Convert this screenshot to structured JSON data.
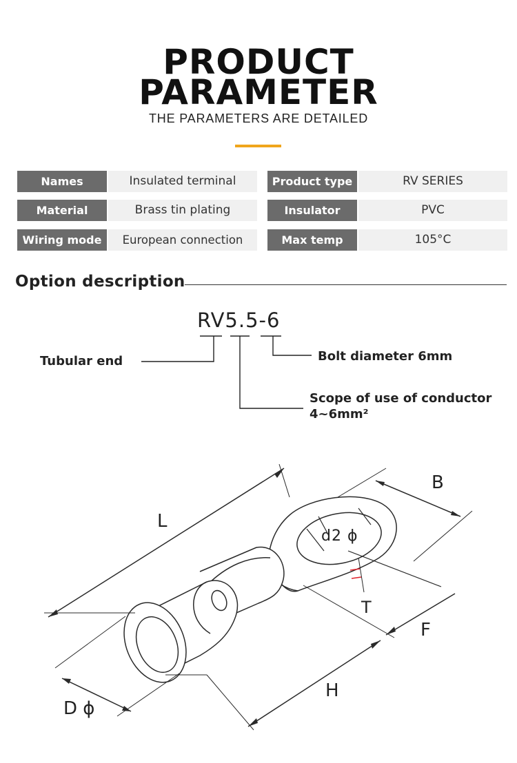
{
  "header": {
    "title_line1": "PRODUCT",
    "title_line2": "PARAMETER",
    "subtitle": "THE PARAMETERS ARE DETAILED"
  },
  "params": [
    {
      "left_key": "Names",
      "left_value": "Insulated terminal",
      "right_key": "Product type",
      "right_value": "RV SERIES"
    },
    {
      "left_key": "Material",
      "left_value": "Brass tin plating",
      "right_key": "Insulator",
      "right_value": "PVC"
    },
    {
      "left_key": "Wiring mode",
      "left_value": "European connection",
      "right_key": "Max temp",
      "right_value": "105°C"
    }
  ],
  "options": {
    "section_title": "Option description",
    "code": "RV5.5-6",
    "tubular_end": "Tubular end",
    "bolt_diameter": "Bolt diameter 6mm",
    "scope_line1": "Scope of use of conductor",
    "scope_line2": "4~6mm²"
  },
  "diagram": {
    "label_L": "L",
    "label_B": "B",
    "label_d2": "d2 ϕ",
    "label_T": "T",
    "label_F": "F",
    "label_H": "H",
    "label_D": "D ϕ"
  },
  "colors": {
    "accent": "#f0a51c",
    "key_bg": "#6b6b6b",
    "value_bg": "#f0f0f0",
    "marker": "#e0202a"
  }
}
